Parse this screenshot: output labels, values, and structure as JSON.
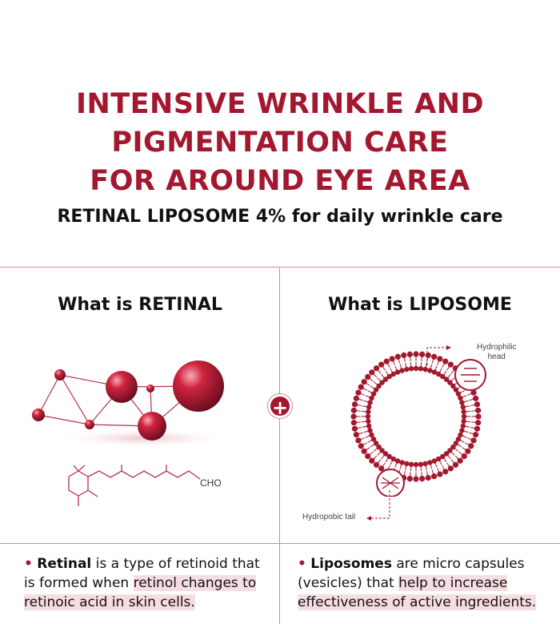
{
  "header": {
    "headline_lines": [
      "INTENSIVE WRINKLE AND",
      "PIGMENTATION CARE",
      "FOR AROUND EYE AREA"
    ],
    "subheading": "RETINAL LIPOSOME 4% for daily wrinkle care"
  },
  "left": {
    "title": "What is RETINAL",
    "formula_label": "CHO",
    "desc": {
      "bullet": "•",
      "term": "Retinal",
      "text1": " is a type of retinoid that is formed when ",
      "highlight": "retinol changes to retinoic acid in skin cells."
    }
  },
  "right": {
    "title": "What is LIPOSOME",
    "label_head": "Hydrophilic head",
    "label_head_line1": "Hydrophilic",
    "label_head_line2": "head",
    "label_tail": "Hydropobic tail",
    "desc": {
      "bullet": "•",
      "term": "Liposomes",
      "text1": " are micro capsules (vesicles) that ",
      "highlight": "help to increase effectiveness of active ingredients."
    }
  },
  "plus_symbol": "+",
  "colors": {
    "brand_red": "#a3172f",
    "divider": "#c98e9b",
    "highlight_bg": "#f6dde1"
  }
}
